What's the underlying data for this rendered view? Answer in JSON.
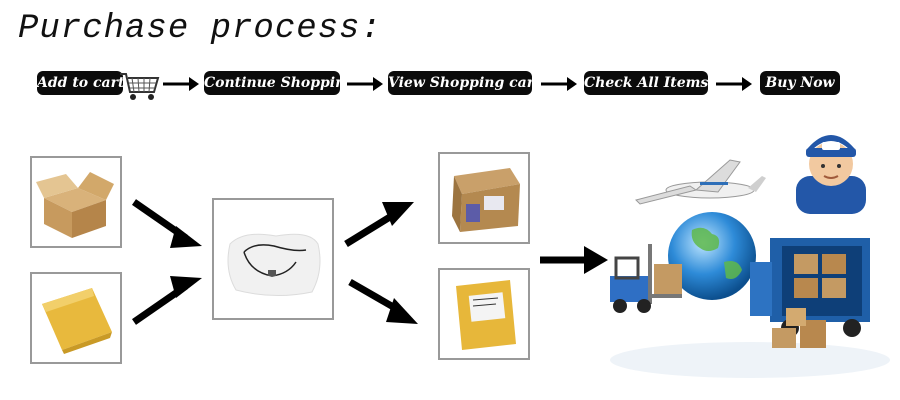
{
  "header": {
    "title": "Purchase process:"
  },
  "steps": [
    {
      "label": "Add to cart",
      "icon": "shopping-cart-icon"
    },
    {
      "label": "Continue Shopping"
    },
    {
      "label": "View Shopping cart"
    },
    {
      "label": "Check All Items"
    },
    {
      "label": "Buy Now"
    }
  ],
  "colors": {
    "pill": "#0b0b0b",
    "frame": "#999999",
    "globe": "#2e8bd8",
    "truck": "#1f5fa8"
  }
}
